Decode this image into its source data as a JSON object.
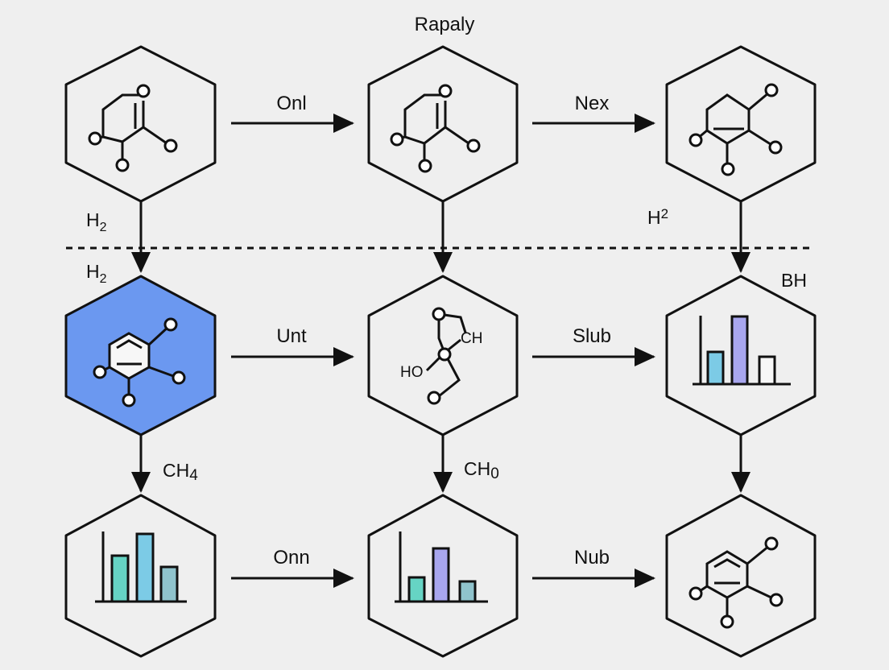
{
  "title": "Rapaly",
  "colors": {
    "background": "#efefef",
    "stroke": "#111111",
    "highlight_fill": "#6b98f0",
    "bar_teal": "#66d4c4",
    "bar_blue": "#8fb9ec",
    "bar_purple": "#a8a6ee",
    "bar_sky": "#7ccbe6",
    "bar_slate": "#8fc3cc",
    "bar_white": "#f7f7f7"
  },
  "arrows": {
    "row1_left": "Onl",
    "row1_right": "Nex",
    "row2_left": "Unt",
    "row2_right": "Slub",
    "row3_left": "Onn",
    "row3_right": "Nub"
  },
  "side_labels": {
    "left_upper_base": "H",
    "left_upper_sub": "2",
    "left_lower_base": "H",
    "left_lower_sub": "2",
    "right_upper_base": "H",
    "right_upper_sup": "2",
    "right_bh": "BH",
    "col1_base": "CH",
    "col1_sub": "4",
    "col2_base": "CH",
    "col2_sub": "0"
  },
  "molecule_labels": {
    "ch": "CH",
    "ho": "HO"
  },
  "nodes": [
    {
      "id": "r1c1",
      "icon": "molecule-icon",
      "highlight": false
    },
    {
      "id": "r1c2",
      "icon": "molecule-icon",
      "highlight": false
    },
    {
      "id": "r1c3",
      "icon": "molecule-icon",
      "highlight": false
    },
    {
      "id": "r2c1",
      "icon": "benzene-icon",
      "highlight": true
    },
    {
      "id": "r2c2",
      "icon": "molecule-icon",
      "highlight": false
    },
    {
      "id": "r2c3",
      "icon": "bar-chart-icon",
      "highlight": false
    },
    {
      "id": "r3c1",
      "icon": "bar-chart-icon",
      "highlight": false
    },
    {
      "id": "r3c2",
      "icon": "bar-chart-icon",
      "highlight": false
    },
    {
      "id": "r3c3",
      "icon": "benzene-icon",
      "highlight": false
    }
  ]
}
